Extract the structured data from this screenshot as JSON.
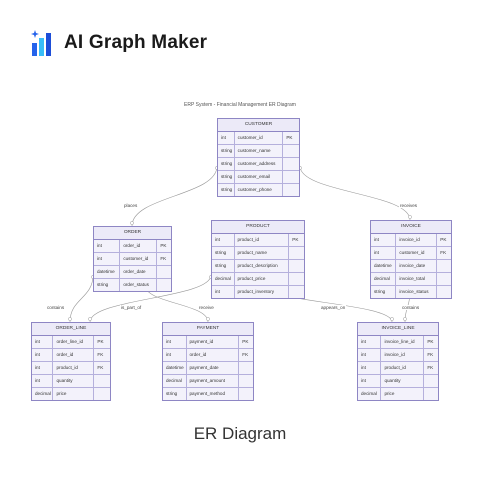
{
  "brand": {
    "name": "AI Graph Maker",
    "logo_icon": "bar-chart-sparkle-icon",
    "accent": "#2563eb"
  },
  "diagram": {
    "subtitle": "ERP System - Financial Management ER Diagram",
    "footer": "ER Diagram",
    "colors": {
      "border": "#8e86c4",
      "fill": "#f3f2fb",
      "line": "#999999"
    },
    "entities": [
      {
        "id": "customer",
        "name": "CUSTOMER",
        "rows": [
          [
            "int",
            "customer_id",
            "PK"
          ],
          [
            "string",
            "customer_name",
            ""
          ],
          [
            "string",
            "customer_address",
            ""
          ],
          [
            "string",
            "customer_email",
            ""
          ],
          [
            "string",
            "customer_phone",
            ""
          ]
        ]
      },
      {
        "id": "order",
        "name": "ORDER",
        "rows": [
          [
            "int",
            "order_id",
            "PK"
          ],
          [
            "int",
            "customer_id",
            "FK"
          ],
          [
            "datetime",
            "order_date",
            ""
          ],
          [
            "string",
            "order_status",
            ""
          ]
        ]
      },
      {
        "id": "product",
        "name": "PRODUCT",
        "rows": [
          [
            "int",
            "product_id",
            "PK"
          ],
          [
            "string",
            "product_name",
            ""
          ],
          [
            "string",
            "product_description",
            ""
          ],
          [
            "decimal",
            "product_price",
            ""
          ],
          [
            "int",
            "product_inventory",
            ""
          ]
        ]
      },
      {
        "id": "invoice",
        "name": "INVOICE",
        "rows": [
          [
            "int",
            "invoice_id",
            "PK"
          ],
          [
            "int",
            "customer_id",
            "FK"
          ],
          [
            "datetime",
            "invoice_date",
            ""
          ],
          [
            "decimal",
            "invoice_total",
            ""
          ],
          [
            "string",
            "invoice_status",
            ""
          ]
        ]
      },
      {
        "id": "order_line",
        "name": "ORDER_LINE",
        "rows": [
          [
            "int",
            "order_line_id",
            "PK"
          ],
          [
            "int",
            "order_id",
            "FK"
          ],
          [
            "int",
            "product_id",
            "FK"
          ],
          [
            "int",
            "quantity",
            ""
          ],
          [
            "decimal",
            "price",
            ""
          ]
        ]
      },
      {
        "id": "payment",
        "name": "PAYMENT",
        "rows": [
          [
            "int",
            "payment_id",
            "PK"
          ],
          [
            "int",
            "order_id",
            "FK"
          ],
          [
            "datetime",
            "payment_date",
            ""
          ],
          [
            "decimal",
            "payment_amount",
            ""
          ],
          [
            "string",
            "payment_method",
            ""
          ]
        ]
      },
      {
        "id": "invoice_line",
        "name": "INVOICE_LINE",
        "rows": [
          [
            "int",
            "invoice_line_id",
            "PK"
          ],
          [
            "int",
            "invoice_id",
            "FK"
          ],
          [
            "int",
            "product_id",
            "FK"
          ],
          [
            "int",
            "quantity",
            ""
          ],
          [
            "decimal",
            "price",
            ""
          ]
        ]
      }
    ],
    "relationships": [
      {
        "from": "customer",
        "to": "order",
        "label": "places"
      },
      {
        "from": "customer",
        "to": "invoice",
        "label": "receives"
      },
      {
        "from": "order",
        "to": "order_line",
        "label": "contains"
      },
      {
        "from": "product",
        "to": "order_line",
        "label": "is_part_of"
      },
      {
        "from": "order",
        "to": "payment",
        "label": "receive"
      },
      {
        "from": "product",
        "to": "invoice_line",
        "label": "appears_on"
      },
      {
        "from": "invoice",
        "to": "invoice_line",
        "label": "contains"
      }
    ]
  }
}
